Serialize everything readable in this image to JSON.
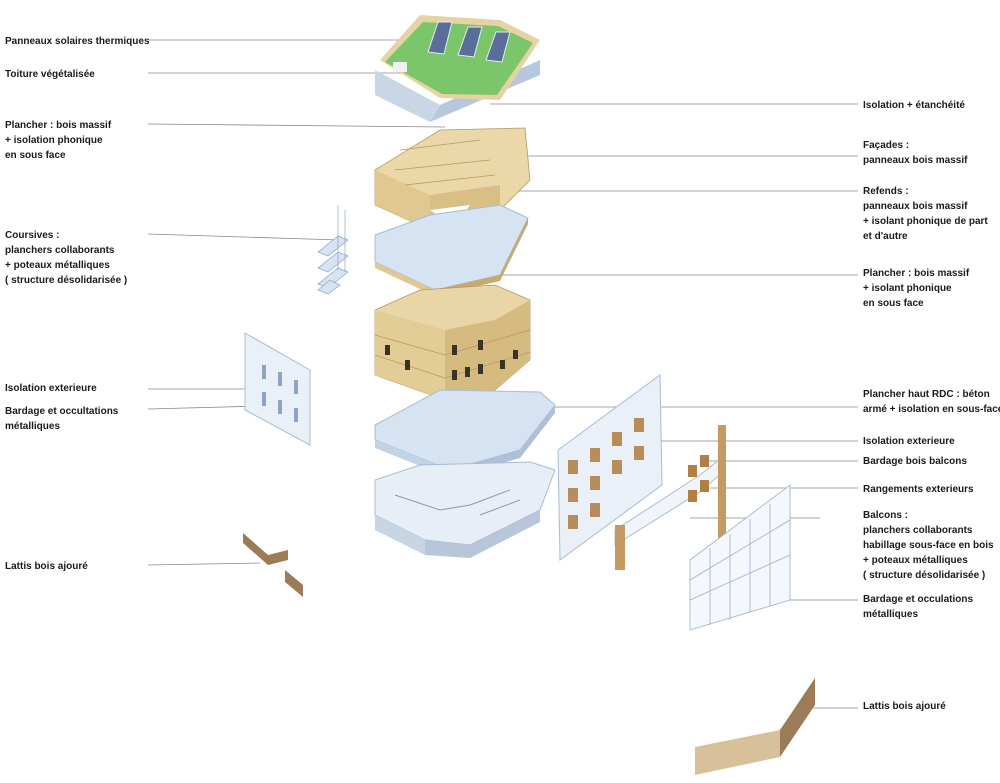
{
  "labels_left": {
    "solar": [
      "Panneaux solaires thermiques"
    ],
    "green_roof": [
      "Toiture végétalisée"
    ],
    "floor_top": [
      "Plancher : bois massif",
      "+ isolation phonique",
      "en sous face"
    ],
    "coursives": [
      "Coursives :",
      "planchers collaborants",
      "+ poteaux métalliques",
      "( structure désolidarisée )"
    ],
    "ext_insulation": [
      "Isolation exterieure"
    ],
    "cladding": [
      "Bardage et occultations",
      "métalliques"
    ],
    "lattice": [
      "Lattis bois ajouré"
    ]
  },
  "labels_right": {
    "insulation_seal": [
      "Isolation + étanchéité"
    ],
    "facades": [
      "Façades :",
      "panneaux bois massif"
    ],
    "refends": [
      "Refends :",
      "panneaux bois massif",
      "+ isolant phonique de part",
      "et d'autre"
    ],
    "floor_mid": [
      "Plancher : bois massif",
      "+ isolant phonique",
      " en sous face"
    ],
    "floor_rdc": [
      "Plancher haut RDC : béton",
      "armé + isolation en sous-face"
    ],
    "ext_insulation": [
      "Isolation exterieure"
    ],
    "balcony_cladding": [
      "Bardage bois balcons"
    ],
    "storage": [
      "Rangements exterieurs"
    ],
    "balcons": [
      "Balcons :",
      "planchers collaborants",
      "habillage sous-face en bois",
      "+ poteaux métalliques",
      "( structure désolidarisée )"
    ],
    "cladding": [
      "Bardage et occulations",
      "métalliques"
    ],
    "lattice": [
      "Lattis bois ajouré"
    ]
  },
  "colors": {
    "wood": "#e3cf9e",
    "wood_dark": "#b89660",
    "green": "#7bc66a",
    "slab": "#d5e3f2",
    "slab_edge": "#a9bcd2",
    "panel": "#5a6e9a",
    "leader": "#8a8a8a",
    "lattice": "#9b7b58"
  }
}
